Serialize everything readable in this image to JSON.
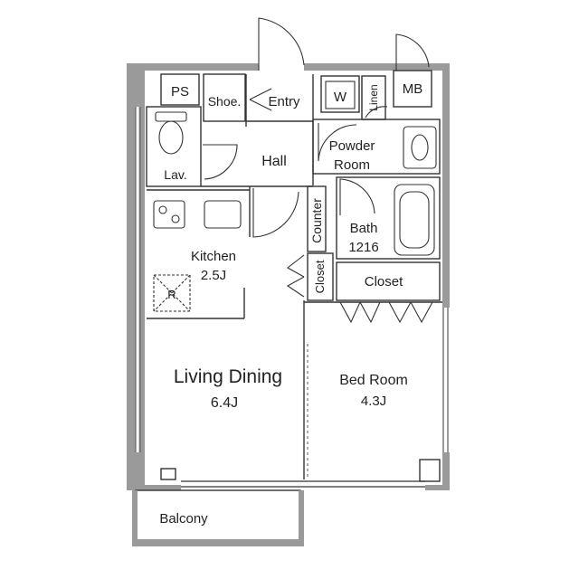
{
  "rooms": {
    "ps": "PS",
    "shoe": "Shoe.",
    "entry": "Entry",
    "w": "W",
    "linen": "Linen",
    "mb": "MB",
    "hall": "Hall",
    "lav": "Lav.",
    "powder_line1": "Powder",
    "powder_line2": "Room",
    "kitchen": "Kitchen",
    "kitchen_size": "2.5J",
    "fridge": "R",
    "counter": "Counter",
    "bath": "Bath",
    "bath_size": "1216",
    "closet_vertical": "Closet",
    "closet_horizontal": "Closet",
    "living": "Living Dining",
    "living_size": "6.4J",
    "bedroom": "Bed Room",
    "bedroom_size": "4.3J",
    "balcony": "Balcony"
  },
  "colors": {
    "wall": "#9a9a9a",
    "line": "#333333",
    "fill": "#ffffff"
  }
}
